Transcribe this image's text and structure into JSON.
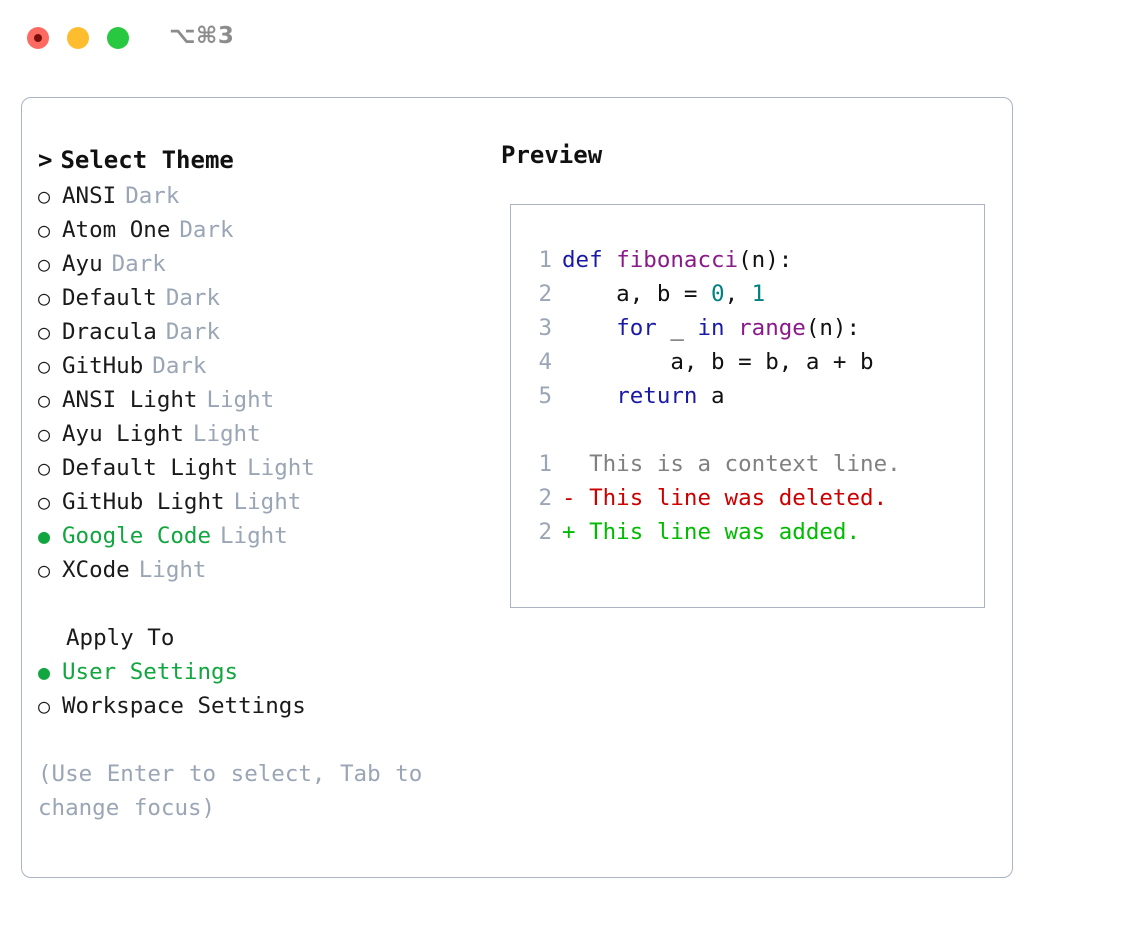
{
  "titlebar": {
    "shortcut": "⌥⌘3",
    "buttons": [
      {
        "name": "close",
        "color": "#fd6a62"
      },
      {
        "name": "minimize",
        "color": "#fdbd2e"
      },
      {
        "name": "maximize",
        "color": "#28c840"
      }
    ]
  },
  "theme_picker": {
    "header": "Select Theme",
    "prompt": ">",
    "bullet_selected": "●",
    "bullet_unselected": "○",
    "items": [
      {
        "label": "ANSI",
        "tag": "Dark",
        "selected": false
      },
      {
        "label": "Atom One",
        "tag": "Dark",
        "selected": false
      },
      {
        "label": "Ayu",
        "tag": "Dark",
        "selected": false
      },
      {
        "label": "Default",
        "tag": "Dark",
        "selected": false
      },
      {
        "label": "Dracula",
        "tag": "Dark",
        "selected": false
      },
      {
        "label": "GitHub",
        "tag": "Dark",
        "selected": false
      },
      {
        "label": "ANSI Light",
        "tag": "Light",
        "selected": false
      },
      {
        "label": "Ayu Light",
        "tag": "Light",
        "selected": false
      },
      {
        "label": "Default Light",
        "tag": "Light",
        "selected": false
      },
      {
        "label": "GitHub Light",
        "tag": "Light",
        "selected": false
      },
      {
        "label": "Google Code",
        "tag": "Light",
        "selected": true
      },
      {
        "label": "XCode",
        "tag": "Light",
        "selected": false
      }
    ]
  },
  "apply_to": {
    "header": "Apply To",
    "items": [
      {
        "label": "User Settings",
        "selected": true
      },
      {
        "label": "Workspace Settings",
        "selected": false
      }
    ]
  },
  "hint": "(Use Enter to select, Tab to change focus)",
  "preview": {
    "title": "Preview",
    "code_lines": [
      {
        "num": "1",
        "tokens": [
          {
            "t": "def ",
            "c": "kw"
          },
          {
            "t": "fibonacci",
            "c": "fn"
          },
          {
            "t": "(n):",
            "c": "plain"
          }
        ]
      },
      {
        "num": "2",
        "tokens": [
          {
            "t": "    a, b = ",
            "c": "plain"
          },
          {
            "t": "0",
            "c": "num"
          },
          {
            "t": ", ",
            "c": "plain"
          },
          {
            "t": "1",
            "c": "num"
          }
        ]
      },
      {
        "num": "3",
        "tokens": [
          {
            "t": "    ",
            "c": "plain"
          },
          {
            "t": "for",
            "c": "kw"
          },
          {
            "t": " _ ",
            "c": "plain"
          },
          {
            "t": "in",
            "c": "kw"
          },
          {
            "t": " ",
            "c": "plain"
          },
          {
            "t": "range",
            "c": "fn"
          },
          {
            "t": "(n):",
            "c": "plain"
          }
        ]
      },
      {
        "num": "4",
        "tokens": [
          {
            "t": "        a, b = b, a + b",
            "c": "plain"
          }
        ]
      },
      {
        "num": "5",
        "tokens": [
          {
            "t": "    ",
            "c": "plain"
          },
          {
            "t": "return",
            "c": "kw"
          },
          {
            "t": " a",
            "c": "plain"
          }
        ]
      }
    ],
    "diff_lines": [
      {
        "num": "1",
        "marker": "  ",
        "text": "This is a context line.",
        "kind": "ctx"
      },
      {
        "num": "2",
        "marker": "- ",
        "text": "This line was deleted.",
        "kind": "del"
      },
      {
        "num": "2",
        "marker": "+ ",
        "text": "This line was added.",
        "kind": "add"
      }
    ]
  },
  "colors": {
    "accent_green": "#11a63f",
    "muted": "#9aa5b5",
    "border": "#aab4c2",
    "keyword": "#1a1aa6",
    "function": "#8a1a8a",
    "number": "#00807f",
    "diff_added": "#00bb00",
    "diff_deleted": "#cc0000"
  }
}
